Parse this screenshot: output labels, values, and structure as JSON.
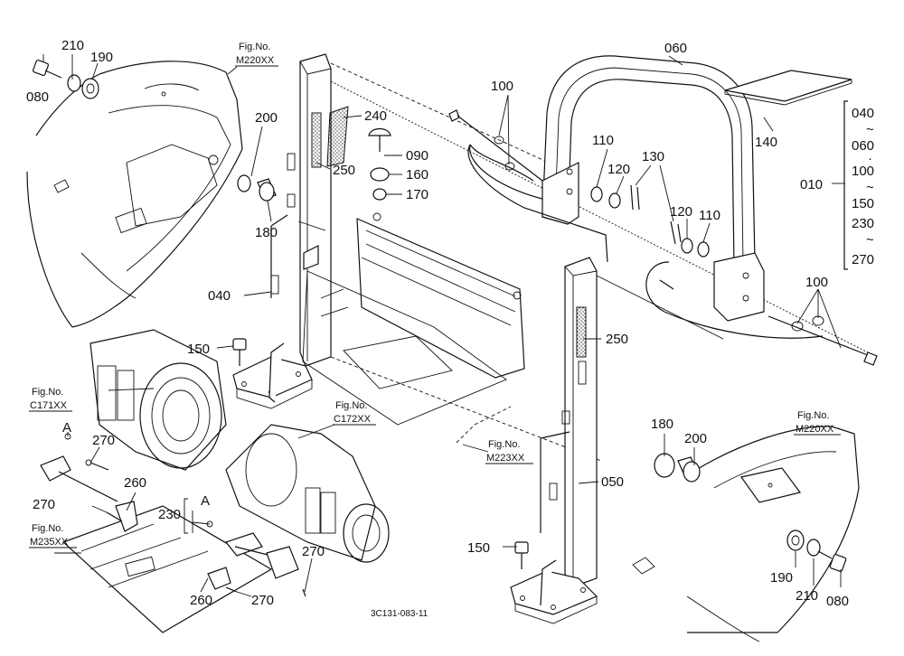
{
  "labels": {
    "p010": "010",
    "p040": "040",
    "p050": "050",
    "p060": "060",
    "p080a": "080",
    "p080b": "080",
    "p090": "090",
    "p100a": "100",
    "p100b": "100",
    "p110a": "110",
    "p110b": "110",
    "p120a": "120",
    "p120b": "120",
    "p130": "130",
    "p140": "140",
    "p150a": "150",
    "p150b": "150",
    "p160": "160",
    "p170": "170",
    "p180a": "180",
    "p180b": "180",
    "p190a": "190",
    "p190b": "190",
    "p200a": "200",
    "p200b": "200",
    "p210a": "210",
    "p210b": "210",
    "p230": "230",
    "p240": "240",
    "p250a": "250",
    "p250b": "250",
    "p260a": "260",
    "p260b": "260",
    "p270a": "270",
    "p270b": "270",
    "p270c": "270",
    "p270d": "270",
    "markA1": "A",
    "markA2": "A"
  },
  "range": {
    "r1": "040",
    "r2": "060",
    "r3": "100",
    "r4": "150",
    "r5": "230",
    "r6": "270",
    "tilde": "~",
    "dot": "·"
  },
  "figrefs": {
    "m220a": {
      "line1": "Fig.No.",
      "line2": "M220XX"
    },
    "m220b": {
      "line1": "Fig.No.",
      "line2": "M220XX"
    },
    "c171": {
      "line1": "Fig.No.",
      "line2": "C171XX"
    },
    "c172": {
      "line1": "Fig.No.",
      "line2": "C172XX"
    },
    "m223": {
      "line1": "Fig.No.",
      "line2": "M223XX"
    },
    "m235": {
      "line1": "Fig.No.",
      "line2": "M235XX"
    }
  },
  "code": "3C131-083-11"
}
